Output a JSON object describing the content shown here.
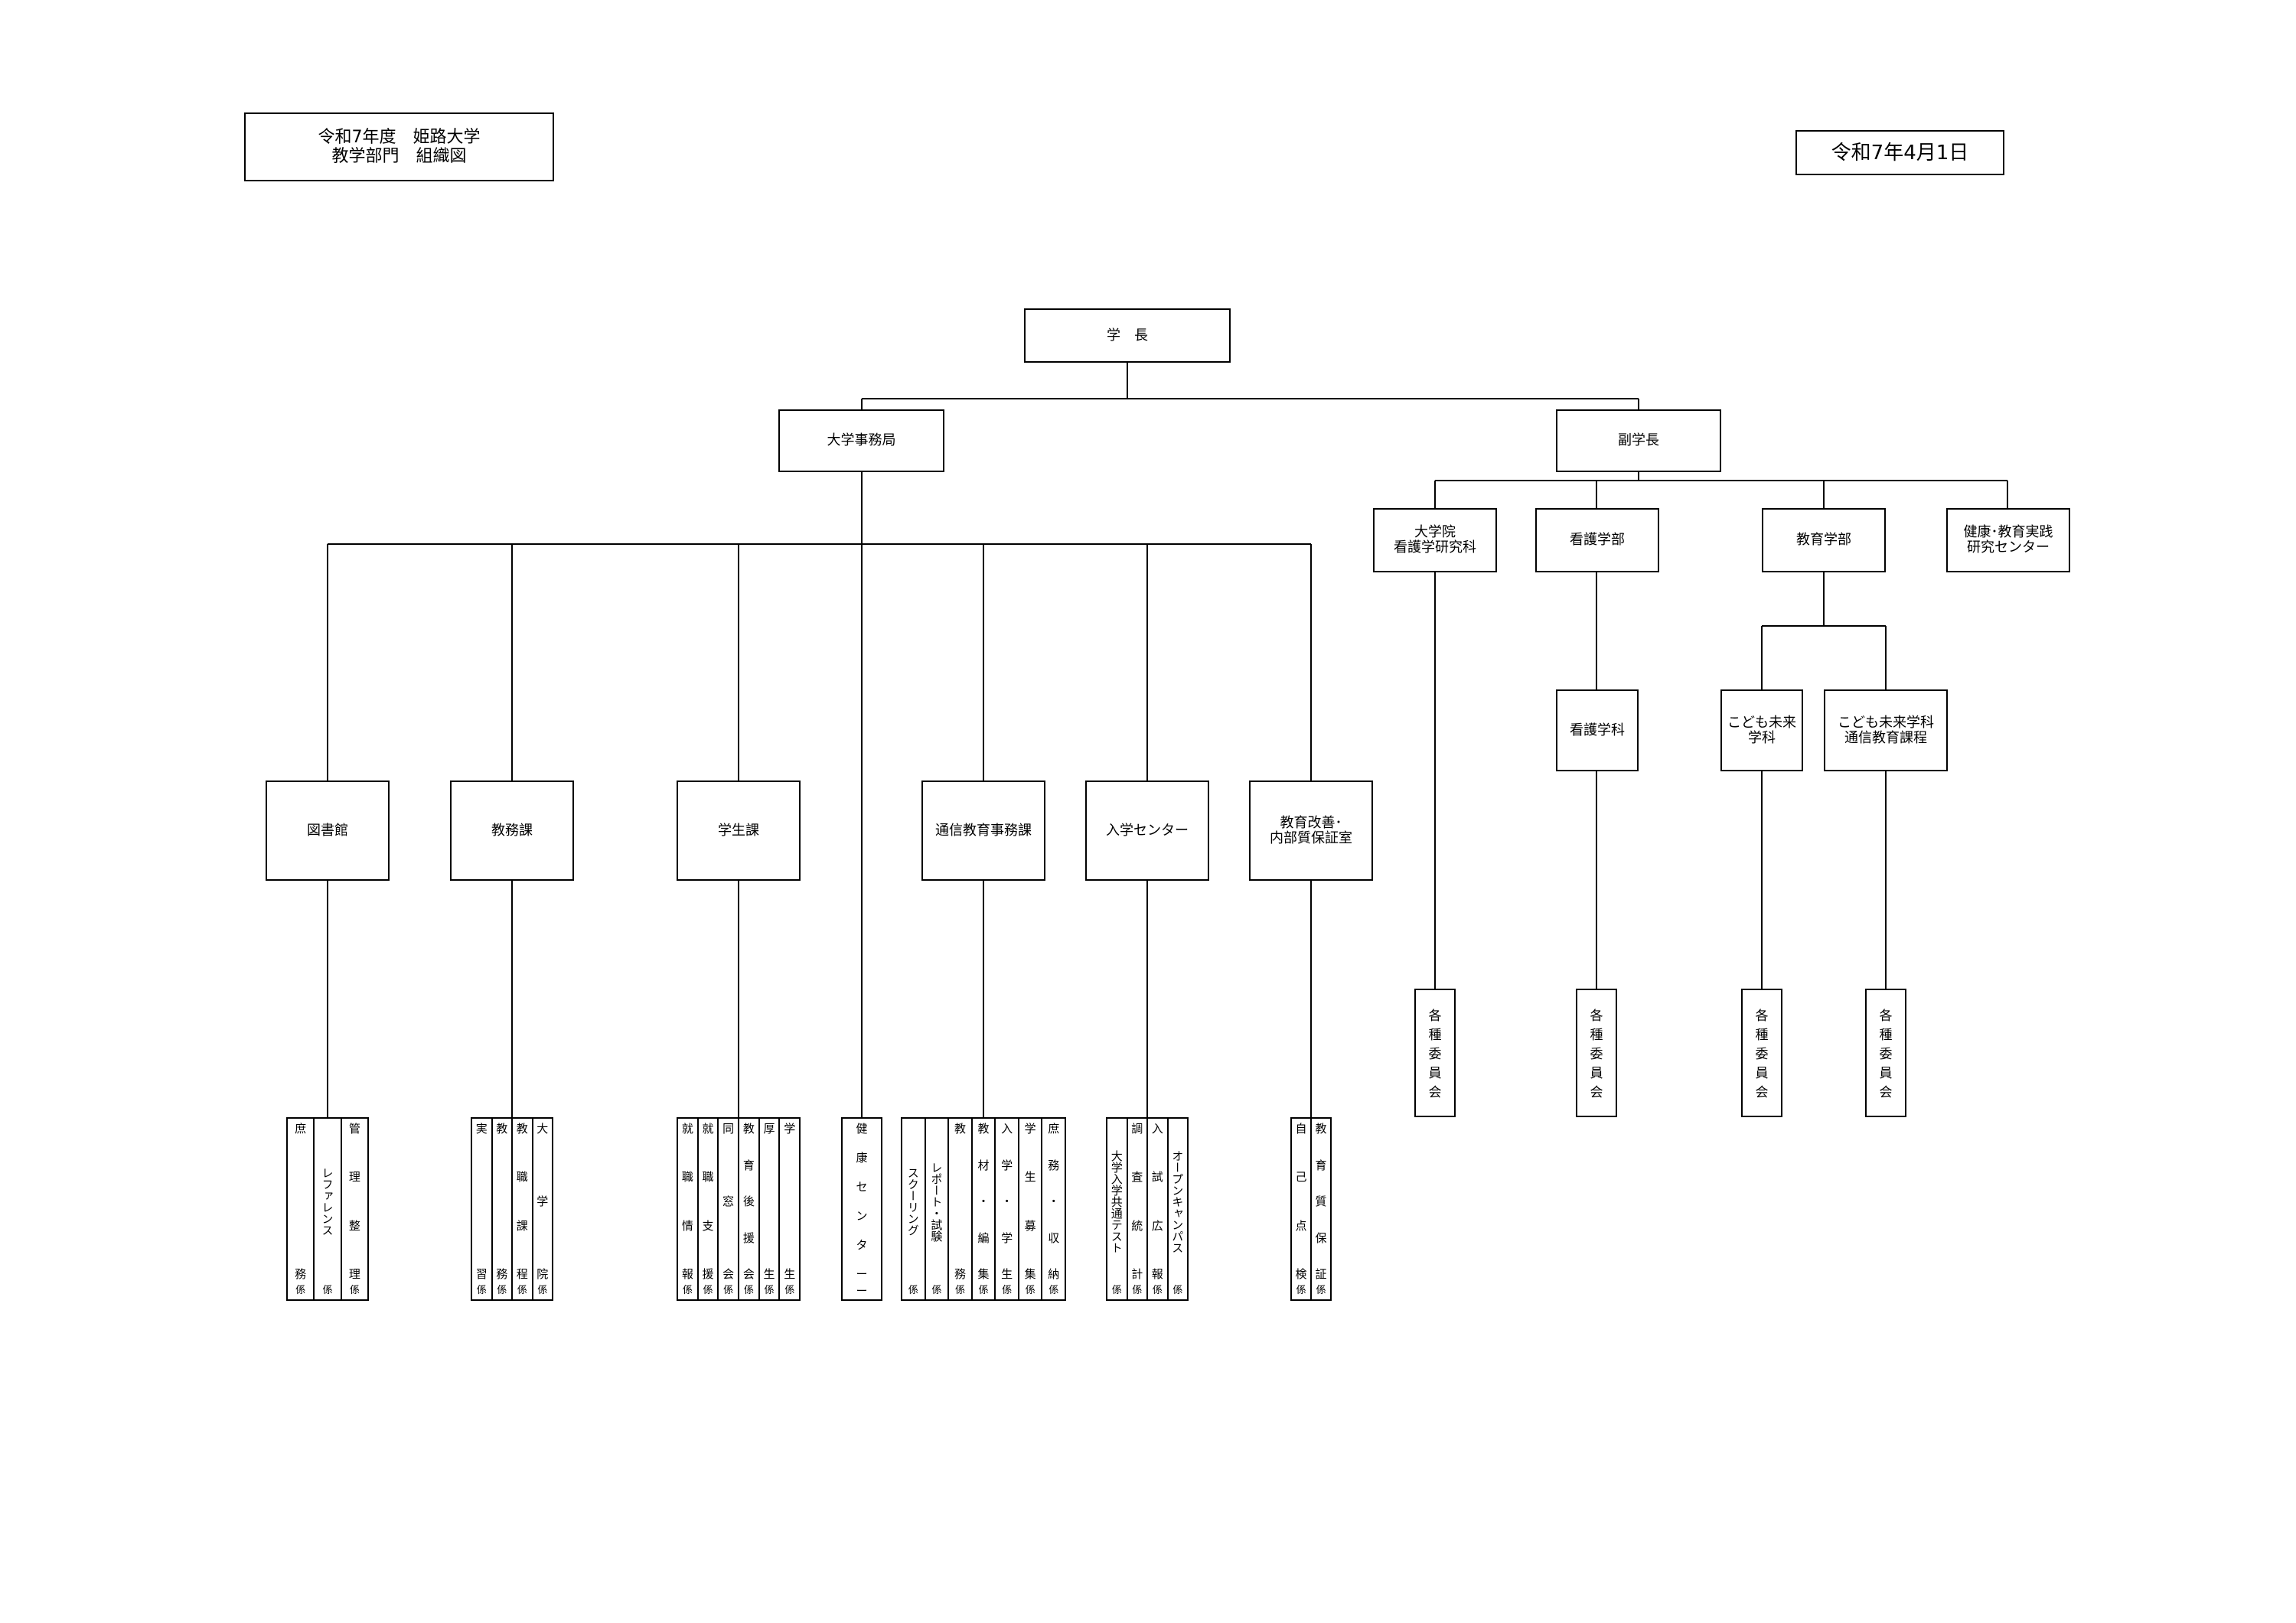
{
  "header": {
    "title_line1": "令和7年度　姫路大学",
    "title_line2": "教学部門　組織図",
    "date": "令和7年4月1日"
  },
  "nodes": {
    "president": "学　長",
    "office": "大学事務局",
    "vice_president": "副学長",
    "graduate": [
      "大学院",
      "看護学研究科"
    ],
    "nursing_faculty": "看護学部",
    "education_faculty": "教育学部",
    "health_center_research": [
      "健康･教育実践",
      "研究センター"
    ],
    "nursing_dept": "看護学科",
    "children_dept": [
      "こども未来",
      "学科"
    ],
    "children_correspondence": [
      "こども未来学科",
      "通信教育課程"
    ],
    "committees": [
      "各",
      "種",
      "委",
      "員",
      "会"
    ],
    "library": "図書館",
    "academic_affairs": "教務課",
    "student_affairs": "学生課",
    "correspondence_office": "通信教育事務課",
    "admissions_center": "入学センター",
    "quality_office": [
      "教育改善･",
      "内部質保証室"
    ]
  },
  "sections": {
    "library": [
      {
        "text": "庶務",
        "kakari": "係"
      },
      {
        "text": "レファレンス",
        "kakari": "係",
        "center": true
      },
      {
        "text": "管理整理",
        "kakari": "係"
      }
    ],
    "academic_affairs": [
      {
        "text": "実習",
        "kakari": "係"
      },
      {
        "text": "教務",
        "kakari": "係"
      },
      {
        "text": "教職課程",
        "kakari": "係"
      },
      {
        "text": "大学院",
        "kakari": "係"
      }
    ],
    "student_affairs": [
      {
        "text": "就職情報",
        "kakari": "係"
      },
      {
        "text": "就職支援",
        "kakari": "係"
      },
      {
        "text": "同窓会",
        "kakari": "係"
      },
      {
        "text": "教育後援会",
        "kakari": "係"
      },
      {
        "text": "厚生",
        "kakari": "係"
      },
      {
        "text": "学生",
        "kakari": "係"
      }
    ],
    "health_center": [
      {
        "text": "健康センター",
        "kakari": "ー"
      }
    ],
    "correspondence_office": [
      {
        "text": "スクーリング",
        "kakari": "係",
        "center": true
      },
      {
        "text": "レポート・試験",
        "kakari": "係",
        "center": true
      },
      {
        "text": "教務",
        "kakari": "係"
      },
      {
        "text": "教材・編集",
        "kakari": "係"
      },
      {
        "text": "入学・学生",
        "kakari": "係"
      },
      {
        "text": "学生募集",
        "kakari": "係"
      },
      {
        "text": "庶務・収納",
        "kakari": "係"
      }
    ],
    "admissions_center": [
      {
        "text": "大学入学共通テスト",
        "kakari": "係",
        "center": true
      },
      {
        "text": "調査統計",
        "kakari": "係"
      },
      {
        "text": "入試広報",
        "kakari": "係"
      },
      {
        "text": "オープンキャンパス",
        "kakari": "係",
        "center": true
      }
    ],
    "quality_office": [
      {
        "text": "自己点検",
        "kakari": "係"
      },
      {
        "text": "教育質保証",
        "kakari": "係"
      }
    ]
  }
}
